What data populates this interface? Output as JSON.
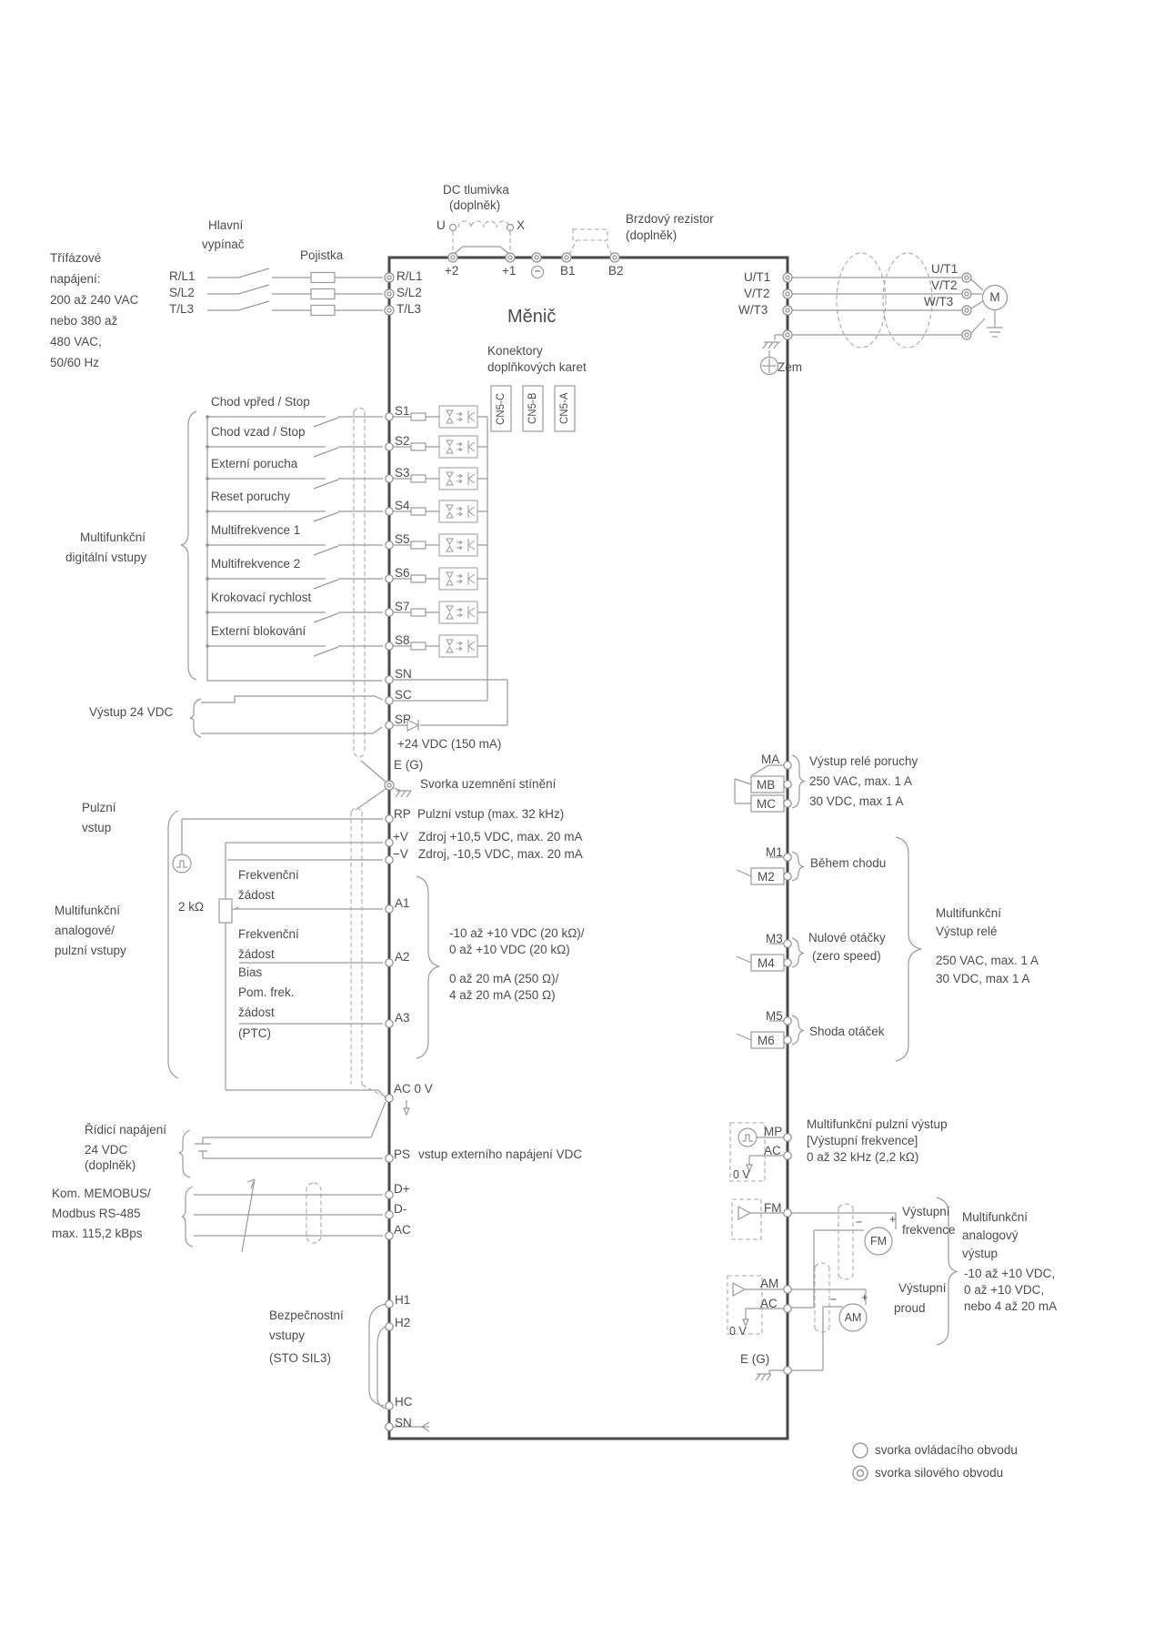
{
  "inverter_title": "Měnič",
  "power": {
    "supply": [
      "Třífázové",
      "napájení:",
      "200 až 240 VAC",
      "nebo 380 až",
      "480 VAC,",
      "50/60 Hz"
    ],
    "switch": [
      "Hlavní",
      "vypínač"
    ],
    "fuse": "Pojistka",
    "lines": [
      "R/L1",
      "S/L2",
      "T/L3"
    ],
    "terminals": [
      "R/L1",
      "S/L2",
      "T/L3"
    ]
  },
  "dc_choke": {
    "name": "DC tlumivka",
    "option": "(doplněk)",
    "u": "U",
    "x": "X"
  },
  "bus_terminals": {
    "p2": "+2",
    "p1": "+1",
    "minus": "−",
    "b1": "B1",
    "b2": "B2"
  },
  "brake": {
    "name": "Brzdový rezistor",
    "option": "(doplněk)"
  },
  "motor": {
    "inv_terms": [
      "U/T1",
      "V/T2",
      "W/T3"
    ],
    "motor_terms": [
      "U/T1",
      "V/T2",
      "W/T3"
    ],
    "m": "M",
    "ground": "Zem"
  },
  "option_cards": {
    "title": [
      "Konektory",
      "doplňkových karet"
    ],
    "slots": [
      "CN5-C",
      "CN5-B",
      "CN5-A"
    ]
  },
  "digital": {
    "group": [
      "Multifunkční",
      "digitální vstupy"
    ],
    "functions": [
      "Chod vpřed / Stop",
      "Chod vzad / Stop",
      "Externí porucha",
      "Reset poruchy",
      "Multifrekvence 1",
      "Multifrekvence 2",
      "Krokovací rychlost",
      "Externí blokování"
    ],
    "terminals": [
      "S1",
      "S2",
      "S3",
      "S4",
      "S5",
      "S6",
      "S7",
      "S8"
    ],
    "sn": "SN",
    "sc": "SC",
    "sp": "SP",
    "out24": "Výstup 24 VDC",
    "out24_note": "+24 VDC (150 mA)"
  },
  "shield": {
    "eg": "E (G)",
    "note": "Svorka uzemnění stínění"
  },
  "pulse_in": {
    "group": [
      "Pulzní",
      "vstup"
    ],
    "rp": "RP",
    "rp_note": "Pulzní vstup (max. 32 kHz)"
  },
  "analog": {
    "group": [
      "Multifunkční",
      "analogové/",
      "pulzní vstupy"
    ],
    "vplus": "+V",
    "vplus_note": "Zdroj +10,5 VDC, max. 20 mA",
    "vminus": "−V",
    "vminus_note": "Zdroj, -10,5 VDC, max. 20 mA",
    "pot": "2 kΩ",
    "a1_label": [
      "Frekvenční",
      "žádost"
    ],
    "a1": "A1",
    "a2_label": [
      "Frekvenční",
      "žádost",
      "Bias"
    ],
    "a2": "A2",
    "a3_label": [
      "Pom. frek.",
      "žádost",
      "(PTC)"
    ],
    "a3": "A3",
    "ranges": [
      "-10 až +10 VDC (20 kΩ)/",
      "0 až +10 VDC (20 kΩ)",
      "0 až 20 mA (250 Ω)/",
      "4 až 20 mA (250 Ω)"
    ],
    "ac0v": "AC 0 V"
  },
  "control_power": {
    "label": [
      "Řídicí napájení",
      "24 VDC",
      "(doplněk)"
    ],
    "ps": "PS",
    "ps_note": "vstup externího napájení VDC"
  },
  "comm": {
    "label": [
      "Kom. MEMOBUS/",
      "Modbus RS-485",
      "max. 115,2 kBps"
    ],
    "terminals": [
      "D+",
      "D-",
      "AC"
    ]
  },
  "safety": {
    "label": [
      "Bezpečnostní",
      "vstupy",
      "(STO SIL3)"
    ],
    "h1": "H1",
    "h2": "H2",
    "hc": "HC",
    "sn": "SN"
  },
  "fault_relay": {
    "terminals": [
      "MA",
      "MB",
      "MC"
    ],
    "note": [
      "Výstup relé poruchy",
      "250 VAC, max. 1 A",
      "30 VDC, max 1 A"
    ]
  },
  "relays": {
    "m12": [
      "M1",
      "M2"
    ],
    "m12_label": "Během chodu",
    "m34": [
      "M3",
      "M4"
    ],
    "m34_label": [
      "Nulové otáčky",
      "(zero speed)"
    ],
    "m56": [
      "M5",
      "M6"
    ],
    "m56_label": "Shoda otáček",
    "group": [
      "Multifunkční",
      "Výstup relé",
      "250 VAC, max. 1 A",
      "30 VDC, max 1 A"
    ]
  },
  "pulse_out": {
    "mp": "MP",
    "ac": "AC",
    "zero": "0 V",
    "note": [
      "Multifunkční pulzní výstup",
      "[Výstupní frekvence]",
      "0 až 32 kHz (2,2 kΩ)"
    ]
  },
  "analog_out": {
    "fm": "FM",
    "fm_meter": "FM",
    "fm_label": [
      "Výstupní",
      "frekvence"
    ],
    "am": "AM",
    "ac": "AC",
    "am_zero": "0 V",
    "am_meter": "AM",
    "am_label": [
      "Výstupní",
      "proud"
    ],
    "eg": "E (G)",
    "plus": "+",
    "minus": "−",
    "group": [
      "Multifunkční",
      "analogový",
      "výstup"
    ],
    "ranges": [
      "-10 až +10 VDC,",
      "0 až +10 VDC,",
      "nebo 4 až 20 mA"
    ]
  },
  "legend": [
    {
      "label": "svorka ovládacího obvodu"
    },
    {
      "label": "svorka silového obvodu"
    }
  ]
}
